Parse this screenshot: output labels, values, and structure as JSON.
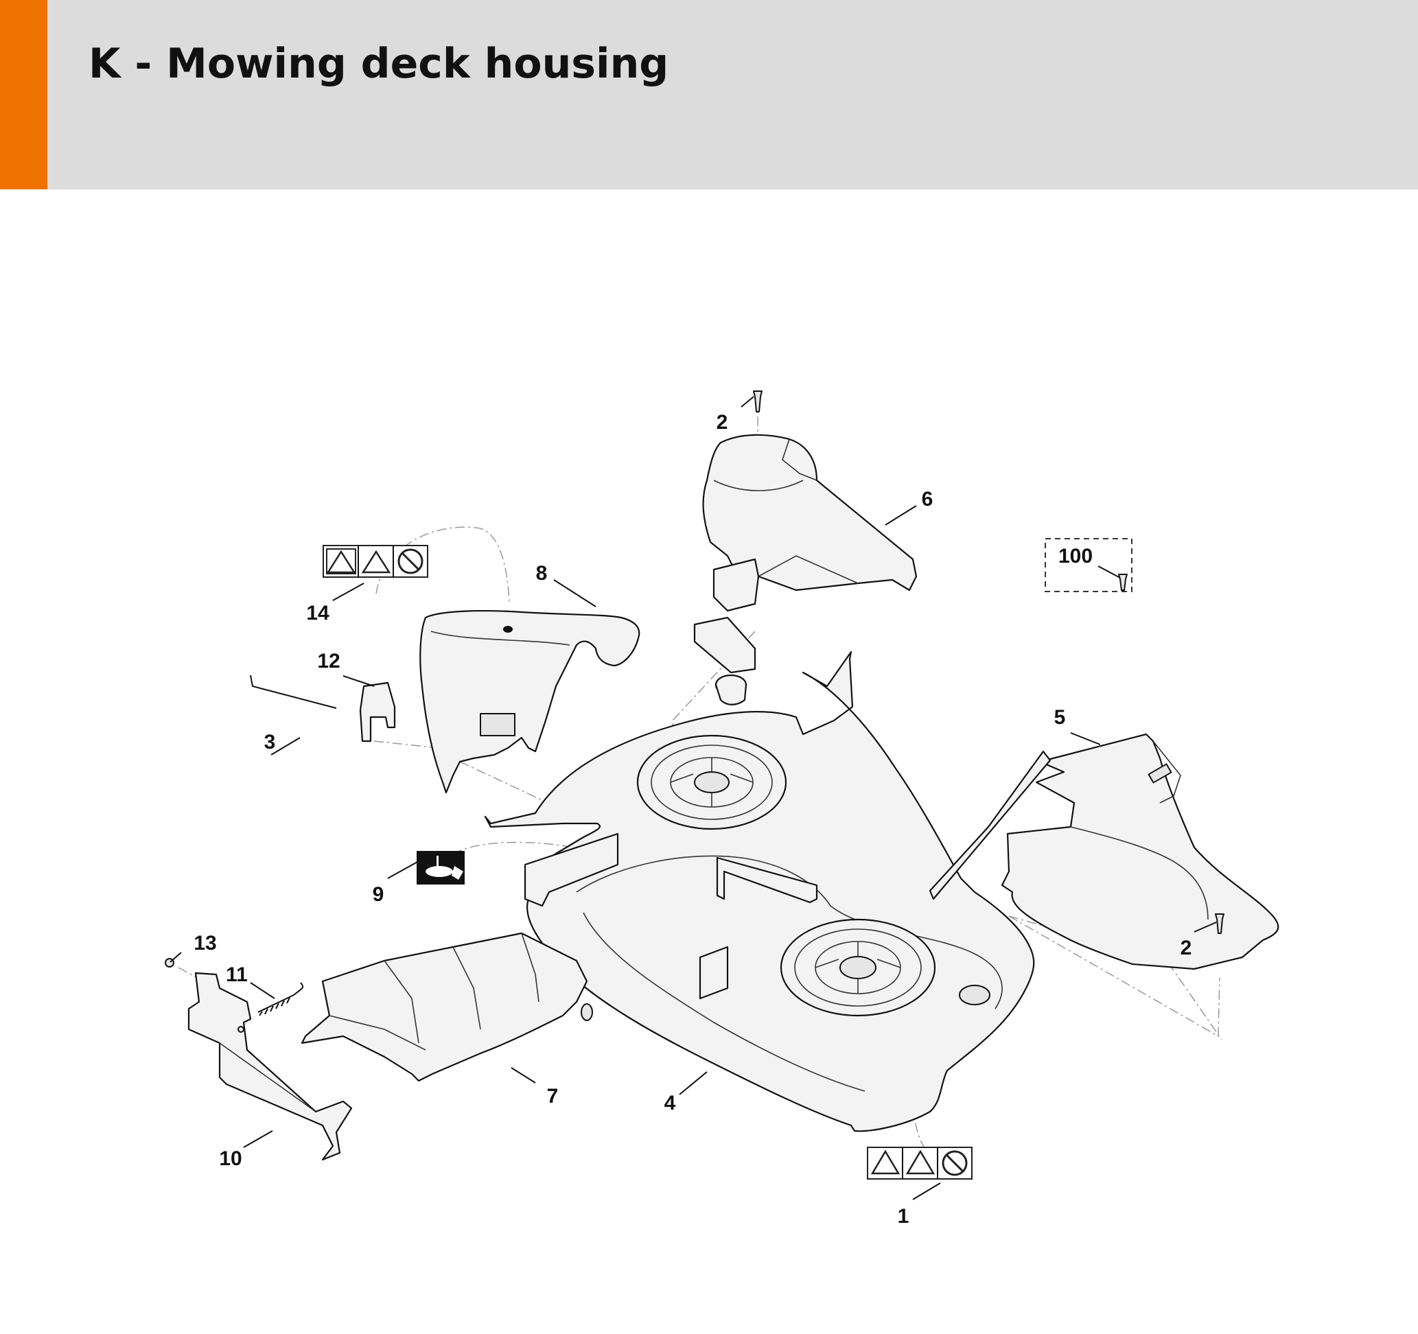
{
  "header": {
    "title": "K - Mowing deck housing",
    "accent_color": "#ef7300",
    "background_color": "#dcdcdc"
  },
  "callouts": [
    {
      "id": "2a",
      "text": "2"
    },
    {
      "id": "6",
      "text": "6"
    },
    {
      "id": "100",
      "text": "100"
    },
    {
      "id": "8",
      "text": "8"
    },
    {
      "id": "14",
      "text": "14"
    },
    {
      "id": "12",
      "text": "12"
    },
    {
      "id": "3",
      "text": "3"
    },
    {
      "id": "5",
      "text": "5"
    },
    {
      "id": "9",
      "text": "9"
    },
    {
      "id": "13",
      "text": "13"
    },
    {
      "id": "11",
      "text": "11"
    },
    {
      "id": "2b",
      "text": "2"
    },
    {
      "id": "7",
      "text": "7"
    },
    {
      "id": "4",
      "text": "4"
    },
    {
      "id": "10",
      "text": "10"
    },
    {
      "id": "1",
      "text": "1"
    }
  ],
  "icons": [
    "warning-label-icon",
    "screw-icon",
    "deck-housing-icon",
    "discharge-chute-icon",
    "spring-icon",
    "bracket-icon"
  ]
}
